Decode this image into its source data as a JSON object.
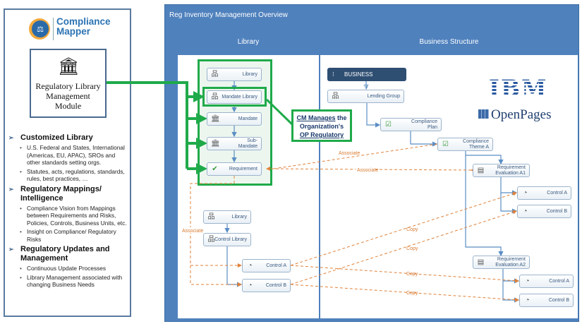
{
  "left_panel": {
    "logo_text": [
      "Compliance",
      "Mapper"
    ],
    "module": {
      "icon": "bank-building-icon",
      "lines": [
        "Regulatory Library",
        "Management",
        "Module"
      ]
    },
    "sections": [
      {
        "heading": "Customized Library",
        "items": [
          "U.S. Federal and States, International (Americas, EU, APAC), SROs and other standards setting orgs.",
          "Statutes, acts, regulations, standards, rules, best practices, …"
        ]
      },
      {
        "heading": "Regulatory Mappings/ Intelligence",
        "items": [
          "Compliance Vision from Mappings between Requirements and Risks, Policies, Controls, Business Units, etc.",
          "Insight on Compliance/ Regulatory Risks"
        ]
      },
      {
        "heading": "Regulatory Updates and Management",
        "items": [
          "Continuous Update Processes",
          "Library Management associated with changing Business Needs"
        ]
      }
    ]
  },
  "diagram": {
    "title": "Reg Inventory Management Overview",
    "columns": [
      "Library",
      "Business Structure"
    ],
    "library_nodes": [
      "Library",
      "Mandate Library",
      "Mandate",
      "Sub-Mandate",
      "Requirement"
    ],
    "control_nodes": [
      "Library",
      "Control Library",
      "Control A",
      "Control B"
    ],
    "callout": {
      "part1": "CM Manages",
      "part2": " the",
      "line2": "Organization's",
      "line3": "OP Regulatory"
    },
    "business_header": "BUSINESS STRUCTURE",
    "business_nodes": [
      "Lending Group",
      "Compliance Plan",
      "Compliance Theme A",
      "Requirement Evaluation A1",
      "Control A",
      "Control B",
      "Requirement Evaluation A2",
      "Control A",
      "Control B"
    ],
    "edge_labels": {
      "associate": "Associate",
      "copy": "Copy"
    },
    "logos": {
      "ibm": "IBM",
      "openpages": "OpenPages"
    }
  },
  "colors": {
    "frame_blue": "#4f81bd",
    "highlight_green": "#1faa4a",
    "association_orange": "#d87a30",
    "node_text": "#3a5a80"
  }
}
